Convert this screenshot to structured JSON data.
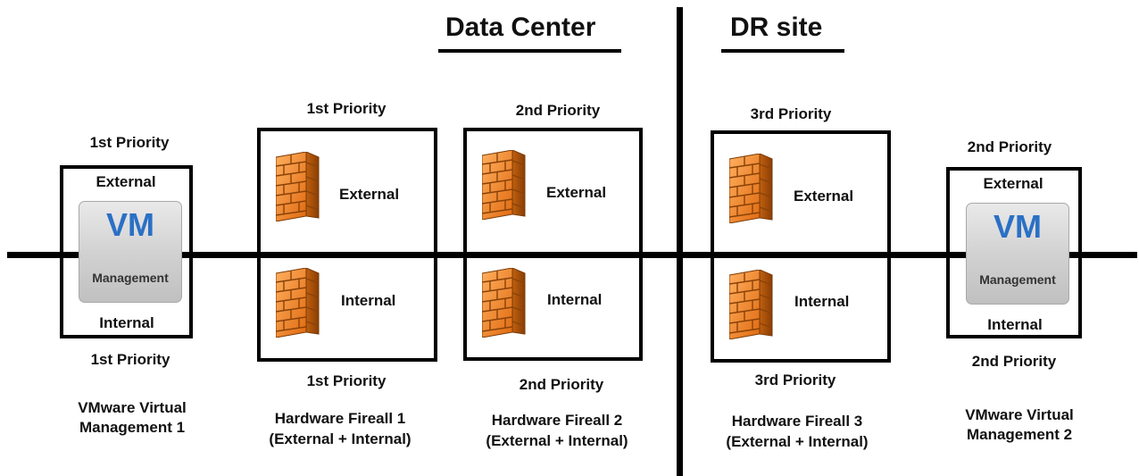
{
  "headings": {
    "data_center": "Data Center",
    "dr_site": "DR site"
  },
  "vm1": {
    "priority_top": "1st Priority",
    "external": "External",
    "badge": "VM",
    "management": "Management",
    "internal": "Internal",
    "priority_bottom": "1st Priority",
    "caption_line1": "VMware Virtual",
    "caption_line2": "Management 1"
  },
  "fw1": {
    "priority_top": "1st Priority",
    "external": "External",
    "internal": "Internal",
    "priority_bottom": "1st Priority",
    "caption_line1": "Hardware Fireall 1",
    "caption_line2": "(External + Internal)"
  },
  "fw2": {
    "priority_top": "2nd Priority",
    "external": "External",
    "internal": "Internal",
    "priority_bottom": "2nd Priority",
    "caption_line1": "Hardware Fireall 2",
    "caption_line2": "(External + Internal)"
  },
  "fw3": {
    "priority_top": "3rd Priority",
    "external": "External",
    "internal": "Internal",
    "priority_bottom": "3rd Priority",
    "caption_line1": "Hardware Fireall 3",
    "caption_line2": "(External + Internal)"
  },
  "vm2": {
    "priority_top": "2nd Priority",
    "external": "External",
    "badge": "VM",
    "management": "Management",
    "internal": "Internal",
    "priority_bottom": "2nd Priority",
    "caption_line1": "VMware Virtual",
    "caption_line2": "Management 2"
  },
  "colors": {
    "firewall_brick": "#f08a24",
    "firewall_dark": "#b8520a",
    "vm_blue": "#2a70c5"
  }
}
